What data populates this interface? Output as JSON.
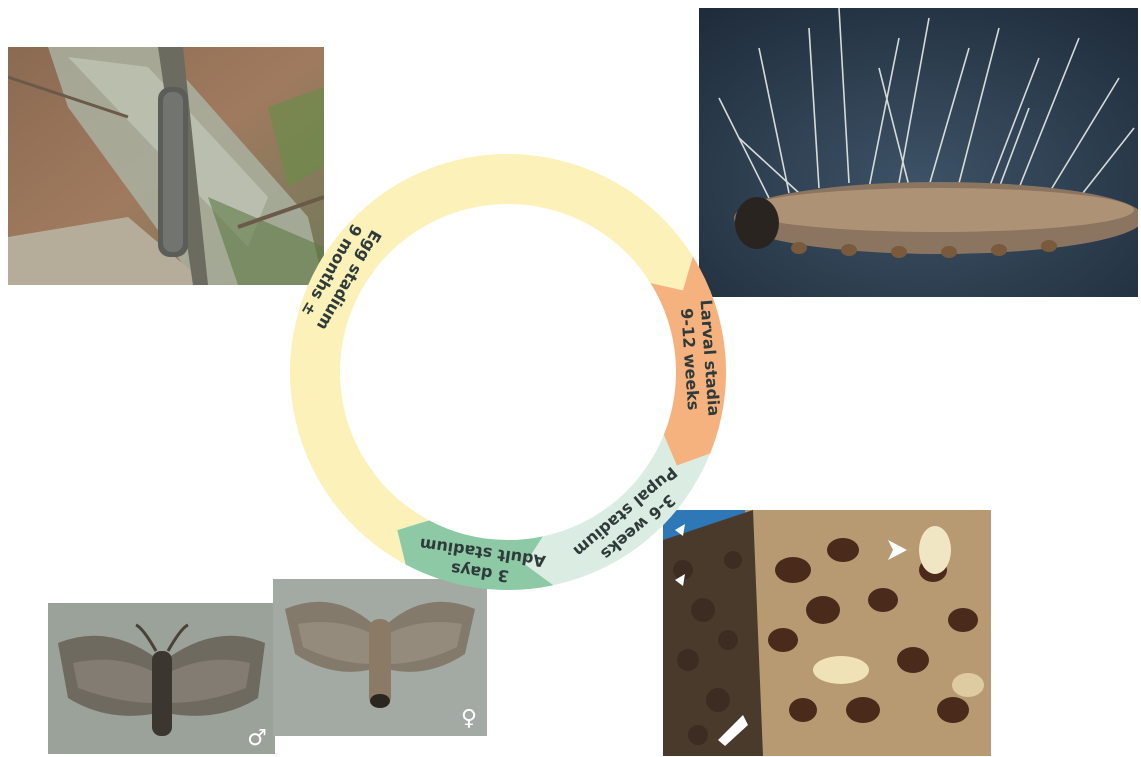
{
  "cycle": {
    "stages": [
      {
        "id": "egg",
        "line1": "Egg stadium",
        "line2": "9 months ±",
        "color": "#fbf1b9"
      },
      {
        "id": "larval",
        "line1": "Larval stadia",
        "line2": "9-12 weeks",
        "color": "#f6b27e"
      },
      {
        "id": "pupal",
        "line1": "3-6 weeks",
        "line2": "Pupal stadium",
        "color": "#dbede2"
      },
      {
        "id": "adult",
        "line1": "3 days",
        "line2": "Adult stadium",
        "color": "#8cc9a4"
      }
    ]
  },
  "photos": {
    "adults": {
      "male_symbol": "♂",
      "female_symbol": "♀"
    }
  }
}
